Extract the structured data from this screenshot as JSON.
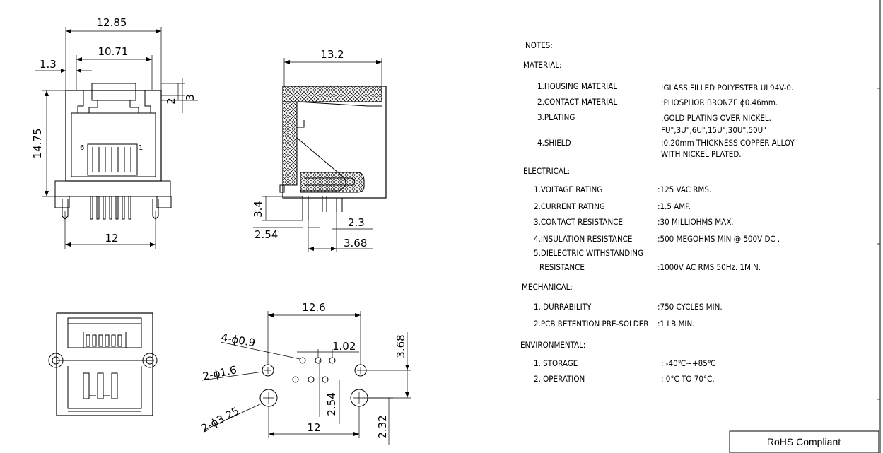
{
  "dimensions": {
    "front_width_total": "12.85",
    "front_width_inner": "10.71",
    "front_offset_left": "1.3",
    "front_height": "14.75",
    "front_tab_small": "2",
    "front_tab_large": "3",
    "front_pin_span": "12",
    "front_pin_label_left": "6",
    "front_pin_label_right": "1",
    "side_depth": "13.2",
    "side_pin_length": "3.4",
    "side_pin_offset": "2.54",
    "side_pin_gap": "2.3",
    "side_pin_pitch": "3.68",
    "pcb_width_top": "12.6",
    "pcb_hole_small": "4-ϕ0.9",
    "pcb_hole_medium": "2-ϕ1.6",
    "pcb_hole_large": "2-ϕ3.25",
    "pcb_pitch": "1.02",
    "pcb_row_height": "3.68",
    "pcb_row_offset": "2.54",
    "pcb_width_bottom": "12",
    "pcb_bottom_offset": "2.32"
  },
  "notes": {
    "title": "NOTES:",
    "material": {
      "heading": "MATERIAL:",
      "items": [
        {
          "label": "1.HOUSING MATERIAL",
          "value": ":GLASS FILLED POLYESTER UL94V-0."
        },
        {
          "label": "2.CONTACT MATERIAL",
          "value": ":PHOSPHOR BRONZE ϕ0.46mm."
        },
        {
          "label": "3.PLATING",
          "value": ":GOLD PLATING OVER NICKEL.",
          "value2": "FU\",3U\",6U\",15U\",30U\",50U\""
        },
        {
          "label": "4.SHIELD",
          "value": ":0.20mm THICKNESS COPPER ALLOY",
          "value2": "WITH NICKEL PLATED."
        }
      ]
    },
    "electrical": {
      "heading": "ELECTRICAL:",
      "items": [
        {
          "label": "1.VOLTAGE RATING",
          "value": ":125 VAC RMS."
        },
        {
          "label": "2.CURRENT RATING",
          "value": ":1.5 AMP."
        },
        {
          "label": "3.CONTACT RESISTANCE",
          "value": ":30 MILLIOHMS MAX."
        },
        {
          "label": "4.INSULATION RESISTANCE",
          "value": ":500 MEGOHMS MIN @ 500V DC ."
        },
        {
          "label": "5.DIELECTRIC WITHSTANDING",
          "label2": "RESISTANCE",
          "value": ":1000V AC RMS 50Hz. 1MIN."
        }
      ]
    },
    "mechanical": {
      "heading": "MECHANICAL:",
      "items": [
        {
          "label": "1. DURRABILITY",
          "value": ":750 CYCLES MIN."
        },
        {
          "label": "2.PCB RETENTION PRE-SOLDER",
          "value": ":1 LB MIN."
        }
      ]
    },
    "environmental": {
      "heading": "ENVIRONMENTAL:",
      "items": [
        {
          "label": "1. STORAGE",
          "value": ": -40℃~+85℃"
        },
        {
          "label": "2. OPERATION",
          "value": ": 0°C TO 70°C."
        }
      ]
    }
  },
  "badge": {
    "text": "RoHS Compliant"
  }
}
